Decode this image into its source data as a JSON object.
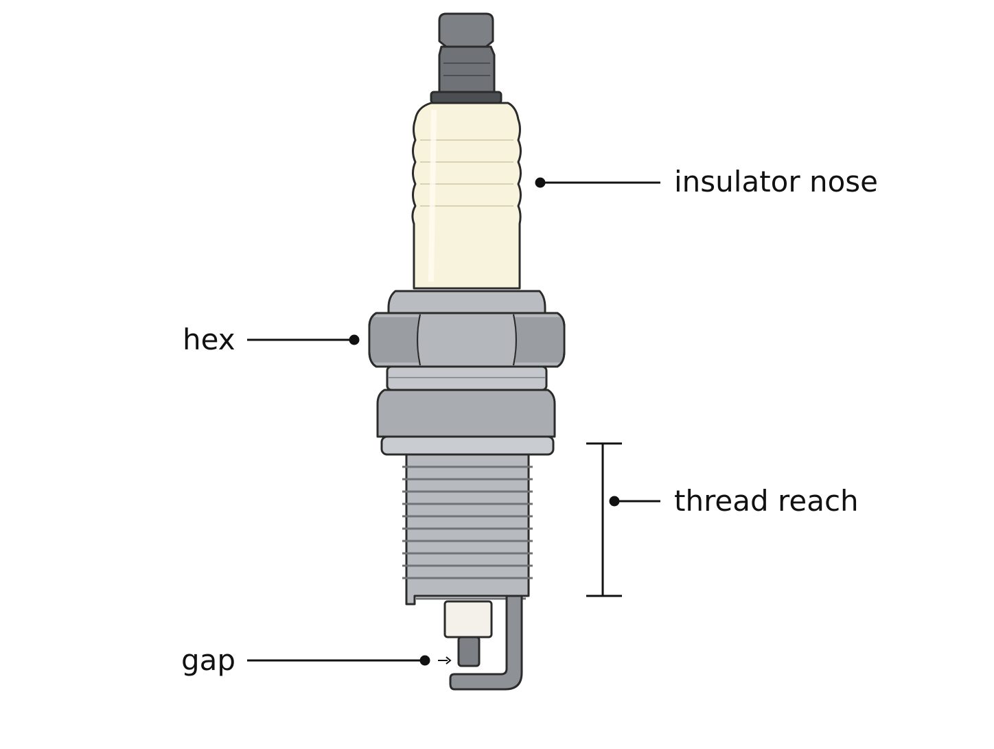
{
  "diagram": {
    "subject": "spark plug",
    "labels": {
      "insulator_nose": "insulator nose",
      "hex": "hex",
      "thread_reach": "thread reach",
      "gap": "gap"
    }
  },
  "colors": {
    "outline": "#2b2b2b",
    "terminal": "#7d8084",
    "insulator": "#f8f3dc",
    "metal_shell": "#b9bcc0",
    "metal_shadow": "#8e9195",
    "label_text": "#111111"
  }
}
